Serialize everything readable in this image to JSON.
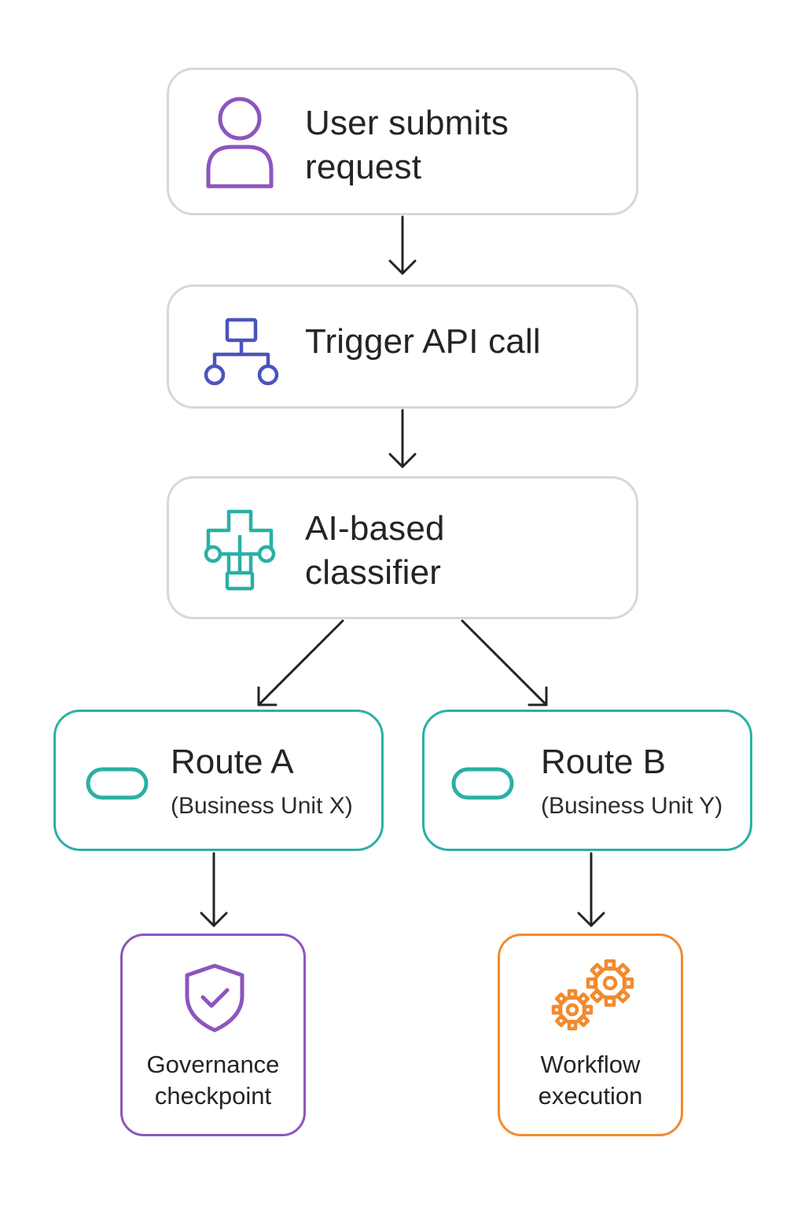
{
  "colors": {
    "purple": "#8d55bd",
    "indigo": "#4a54bd",
    "teal": "#2ab0a6",
    "orange": "#f38a2d",
    "box_border": "#d6d8db",
    "arrow": "#222428"
  },
  "nodes": {
    "user_request": {
      "line1": "User submits",
      "line2": "request",
      "icon": "user-icon"
    },
    "api_call": {
      "label": "Trigger API call",
      "icon": "hierarchy-icon"
    },
    "classifier": {
      "line1": "AI-based",
      "line2": "classifier",
      "icon": "flowchart-icon"
    },
    "route_a": {
      "title": "Route A",
      "subtitle": "(Business Unit X)",
      "icon": "pill-icon"
    },
    "route_b": {
      "title": "Route B",
      "subtitle": "(Business Unit Y)",
      "icon": "pill-icon"
    },
    "governance": {
      "line1": "Governance",
      "line2": "checkpoint",
      "icon": "shield-check-icon"
    },
    "workflow": {
      "line1": "Workflow",
      "line2": "execution",
      "icon": "gears-icon"
    }
  }
}
